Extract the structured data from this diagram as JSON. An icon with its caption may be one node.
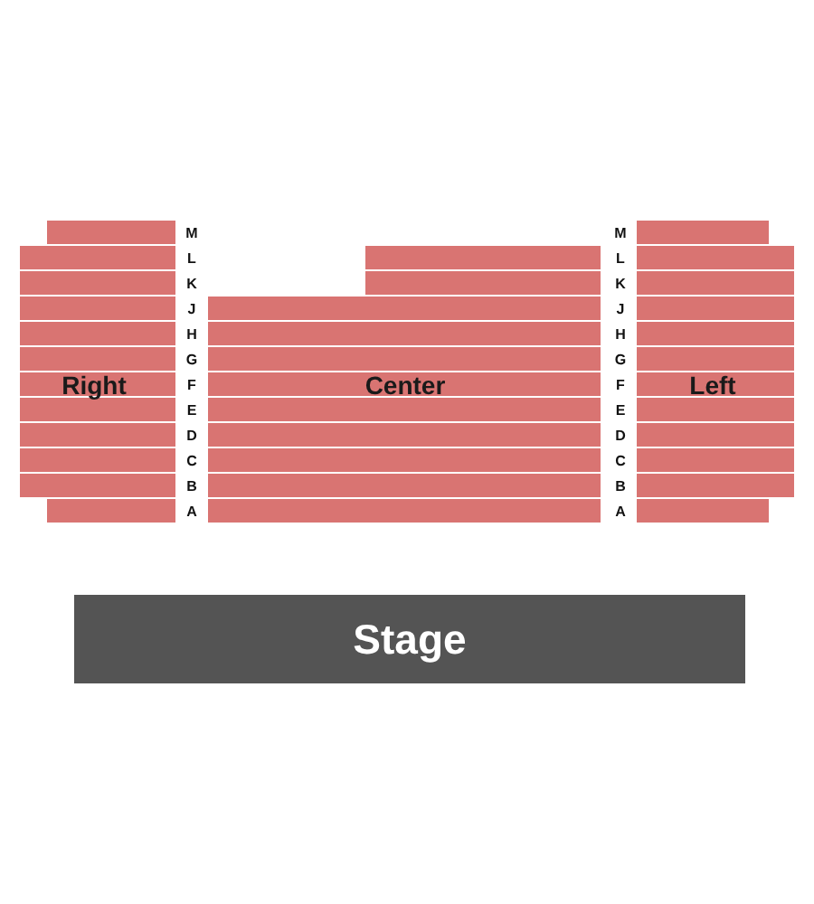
{
  "diagram": {
    "nodes": [
      {
        "text": [
          "Right"
        ]
      },
      {
        "text": [
          "Center"
        ]
      },
      {
        "text": [
          "Left"
        ]
      },
      {
        "text": [
          "Stage"
        ]
      }
    ],
    "labels": [
      "M",
      "M",
      "L",
      "L",
      "K",
      "K",
      "J",
      "J",
      "H",
      "H",
      "G",
      "G",
      "F",
      "F",
      "E",
      "E",
      "D",
      "D",
      "C",
      "C",
      "B",
      "B",
      "A",
      "A"
    ]
  }
}
